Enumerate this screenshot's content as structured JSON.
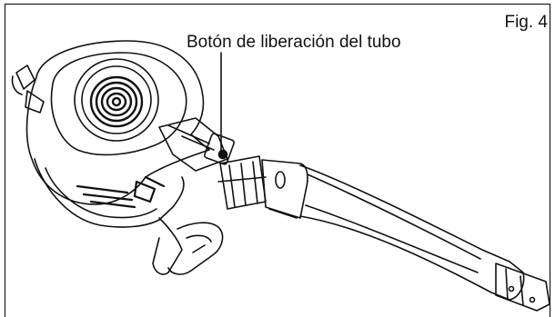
{
  "figure": {
    "label": "Fig. 4",
    "callout": "Botón de liberación del tubo",
    "subject": "blower-with-tube"
  }
}
